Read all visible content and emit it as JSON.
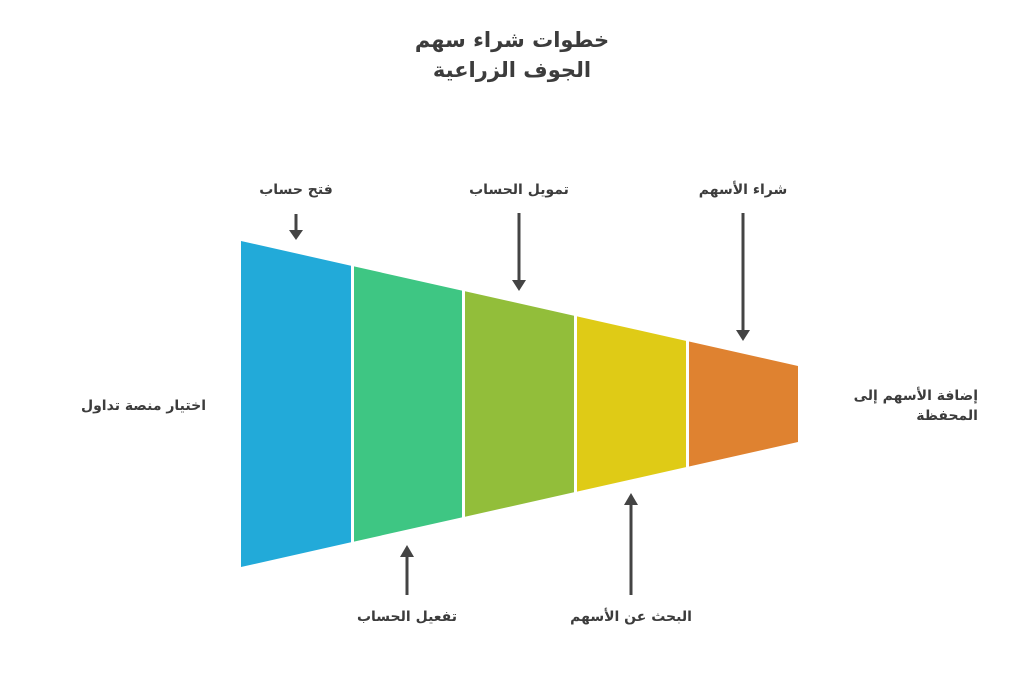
{
  "title": {
    "line1": "خطوات شراء سهم",
    "line2": "الجوف الزراعية"
  },
  "chart_data": {
    "type": "funnel",
    "title": "خطوات شراء سهم الجوف الزراعية",
    "stages": [
      {
        "label": "اختيار منصة تداول",
        "color": "#22AAD9",
        "position": "left"
      },
      {
        "label": "فتح حساب",
        "color": "#22AAD9",
        "position": "top"
      },
      {
        "label": "تفعيل الحساب",
        "color": "#3EC683",
        "position": "bottom"
      },
      {
        "label": "تمويل الحساب",
        "color": "#92BE3A",
        "position": "top"
      },
      {
        "label": "البحث عن الأسهم",
        "color": "#DFCB16",
        "position": "bottom"
      },
      {
        "label": "شراء الأسهم",
        "color": "#DF8230",
        "position": "top"
      },
      {
        "label": "إضافة الأسهم إلى المحفظة",
        "color": "#DF8230",
        "position": "right"
      }
    ],
    "segments": [
      {
        "color": "#22AAD9"
      },
      {
        "color": "#3EC683"
      },
      {
        "color": "#92BE3A"
      },
      {
        "color": "#DFCB16"
      },
      {
        "color": "#DF8230"
      }
    ]
  },
  "labels": {
    "left": "اختيار منصة تداول",
    "right_line1": "إضافة الأسهم إلى",
    "right_line2": "المحفظة",
    "top1": "فتح حساب",
    "top2": "تمويل الحساب",
    "top3": "شراء الأسهم",
    "bottom1": "تفعيل الحساب",
    "bottom2": "البحث عن الأسهم"
  },
  "colors": {
    "arrow": "#444444",
    "text": "#3c3c3c"
  }
}
